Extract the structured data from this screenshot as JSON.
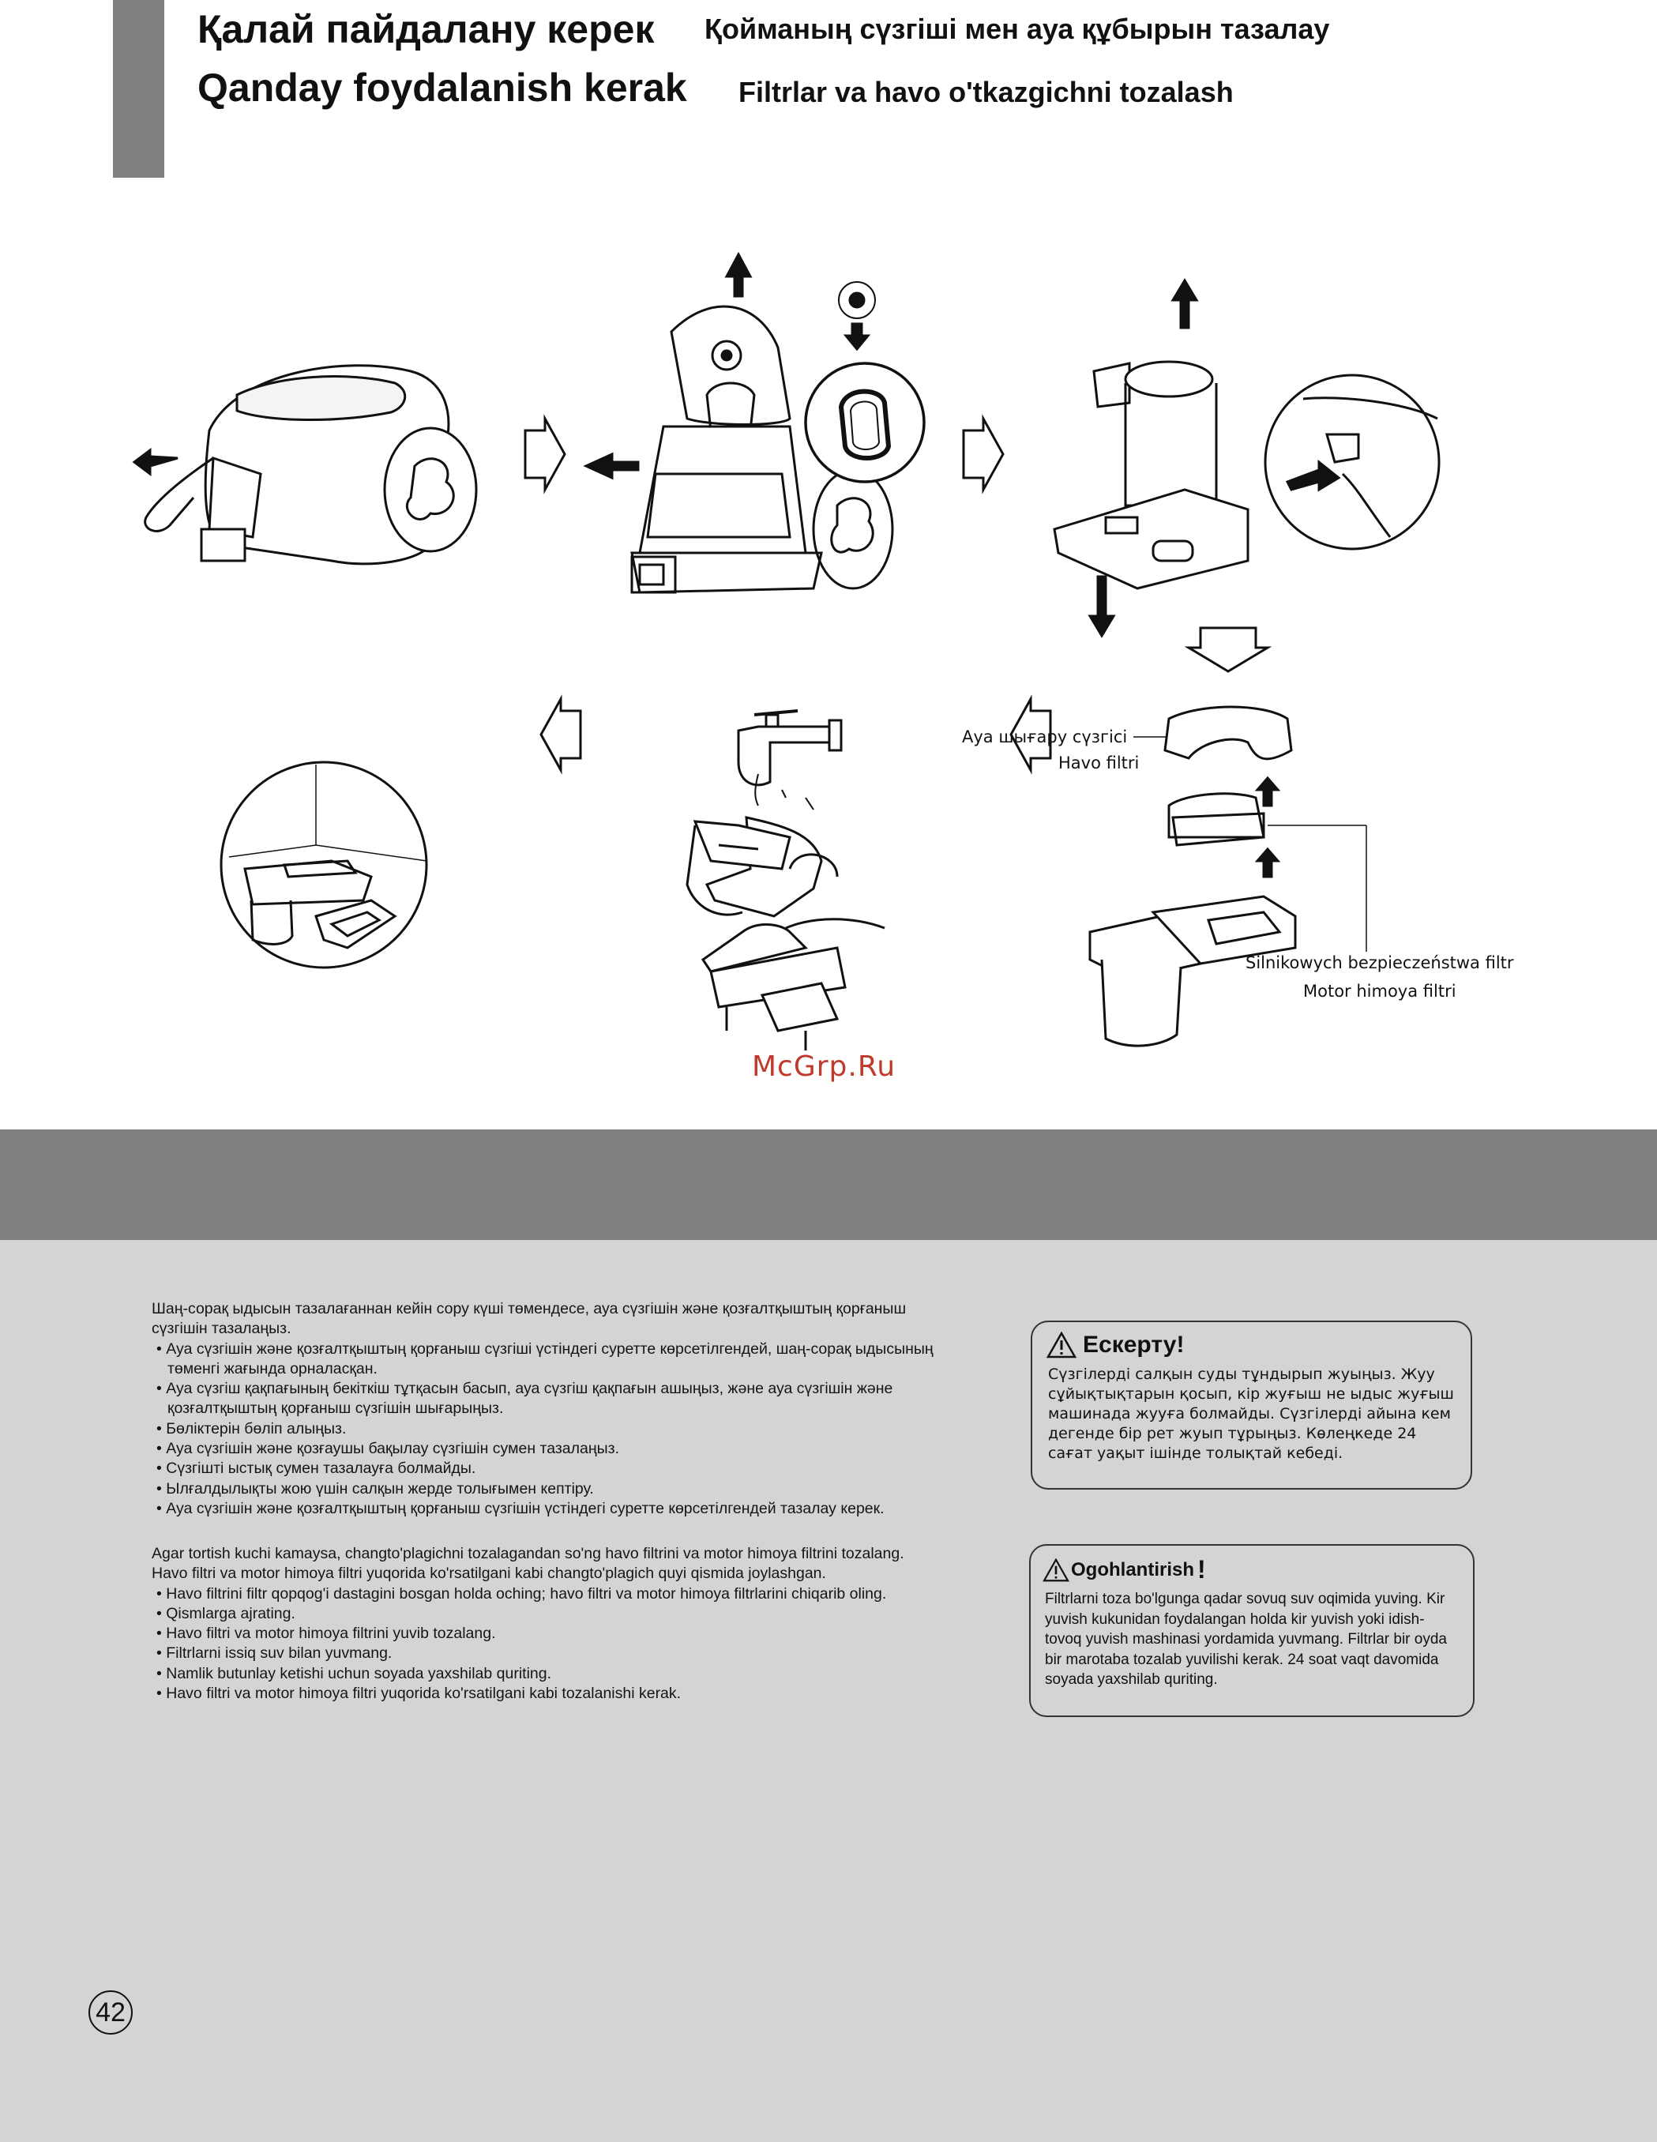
{
  "header": {
    "title_kk": "Қалай пайдалану керек",
    "subtitle_kk": "Қойманың сүзгіші мен ауа құбырын тазалау",
    "title_uz": "Qanday foydalanish kerak",
    "subtitle_uz": "Filtrlar va havo o'tkazgichni tozalash"
  },
  "diagram": {
    "label_air_filter_kk": "Ауа шығару сүзгісі",
    "label_air_filter_uz": "Havo filtri",
    "label_motor_filter_pl": "Silnikowych bezpieczeństwa filtr",
    "label_motor_filter_uz": "Motor himoya filtri"
  },
  "watermark": "McGrp.Ru",
  "instructions_kk": {
    "intro": "Шаң-сорақ ыдысын тазалағаннан кейін  сору күші төмендесе, ауа сүзгішін және қозғалтқыштың қорғаныш сүзгішін тазалаңыз.",
    "items": [
      "Ауа сүзгішін және қозғалтқыштың қорғаныш сүзгіші үстіндегі суретте көрсетілгендей, шаң-сорақ ыдысының төменгі жағында орналасқан.",
      "Ауа сүзгіш қақпағының бекіткіш тұтқасын басып, ауа сүзгіш қақпағын ашыңыз, және ауа сүзгішін және қозғалтқыштың қорғаныш сүзгішін шығарыңыз.",
      "Бөліктерін бөліп алыңыз.",
      "Ауа сүзгішін және қозғаушы бақылау сүзгішін сумен тазалаңыз.",
      "Сүзгішті ыстық сумен тазалауға болмайды.",
      "Ылғалдылықты жою үшін салқын жерде толығымен кептіру.",
      "Ауа сүзгішін және қозғалтқыштың қорғаныш сүзгішін үстіндегі суретте көрсетілгендей тазалау керек."
    ]
  },
  "instructions_uz": {
    "intro": "Agar tortish kuchi kamaysa, changto'plagichni tozalagandan so'ng havo filtrini va motor himoya filtrini tozalang.",
    "intro2": "Havo filtri va motor himoya filtri yuqorida ko'rsatilgani kabi changto'plagich quyi qismida joylashgan.",
    "items": [
      "Havo filtrini filtr qopqog'i dastagini bosgan holda oching; havo filtri va motor himoya filtrlarini chiqarib oling.",
      "Qismlarga ajrating.",
      "Havo filtri va motor himoya filtrini yuvib tozalang.",
      "Filtrlarni issiq suv bilan yuvmang.",
      "Namlik butunlay ketishi uchun soyada yaxshilab quriting.",
      "Havo filtri va motor himoya filtri yuqorida ko'rsatilgani kabi tozalanishi kerak."
    ]
  },
  "caution_kk": {
    "title": "Ескерту!",
    "body": "Сүзгілерді салқын суды тұндырып жуыңыз. Жуу сұйықтықтарын қосып, кір жуғыш не ыдыс жуғыш машинада жууға болмайды. Сүзгілерді айына кем дегенде бір рет жуып тұрыңыз. Көлеңкеде 24 сағат уақыт ішінде толықтай кебеді."
  },
  "caution_uz": {
    "title": "Ogohlantirish",
    "title_mark": "!",
    "body": "Filtrlarni toza bo'lgunga qadar sovuq suv oqimida yuving. Kir yuvish kukunidan foydalangan holda kir yuvish yoki idish-tovoq yuvish mashinasi yordamida yuvmang. Filtrlar bir oyda bir marotaba tozalab yuvilishi kerak. 24 soat vaqt davomida soyada yaxshilab quriting."
  },
  "page_number": "42"
}
